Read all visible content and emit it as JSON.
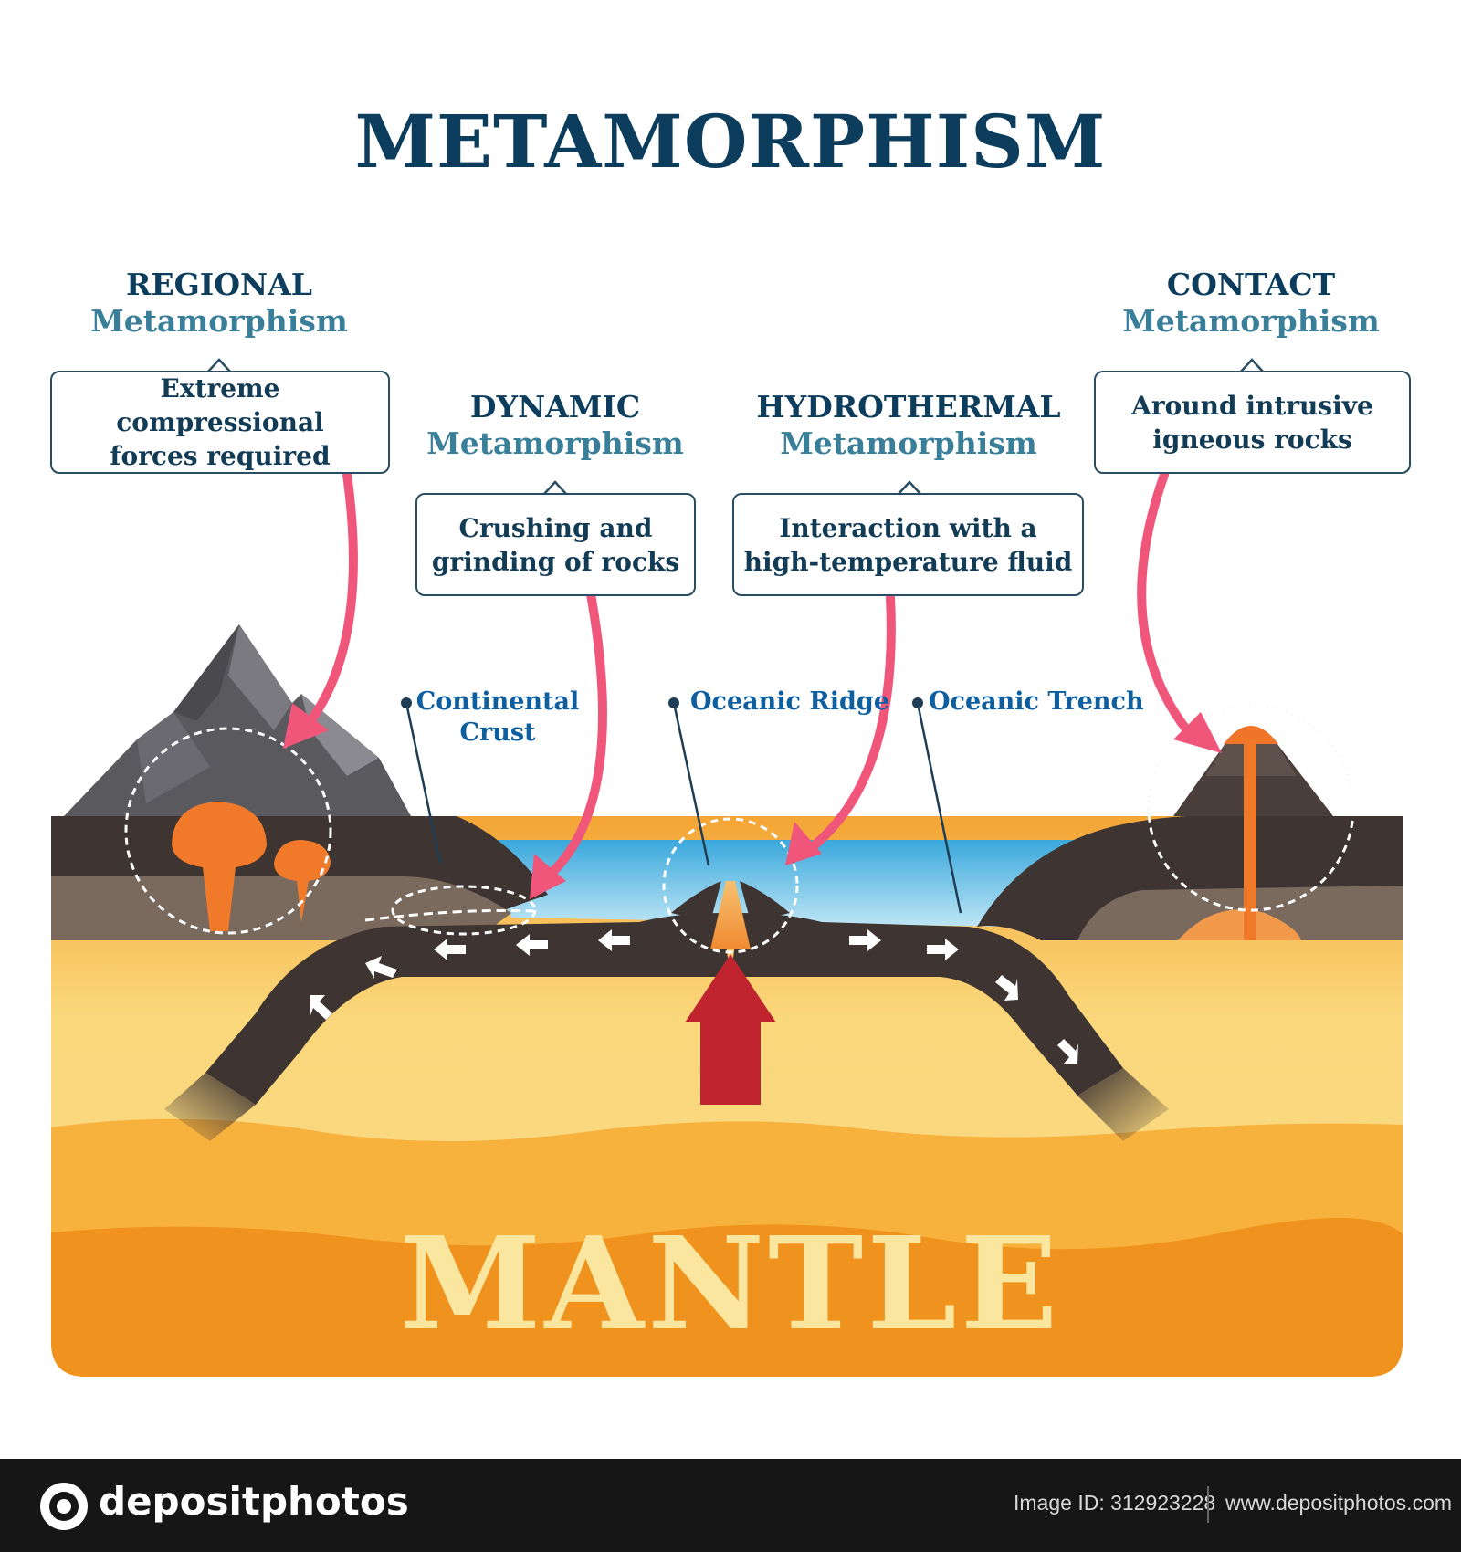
{
  "title": "METAMORPHISM",
  "types": {
    "regional": {
      "name": "REGIONAL",
      "sub": "Metamorphism",
      "desc": [
        "Extreme compressional",
        "forces required"
      ]
    },
    "dynamic": {
      "name": "DYNAMIC",
      "sub": "Metamorphism",
      "desc": [
        "Crushing and",
        "grinding of rocks"
      ]
    },
    "hydrothermal": {
      "name": "HYDROTHERMAL",
      "sub": "Metamorphism",
      "desc": [
        "Interaction with a",
        "high-temperature fluid"
      ]
    },
    "contact": {
      "name": "CONTACT",
      "sub": "Metamorphism",
      "desc": [
        "Around intrusive",
        "igneous rocks"
      ]
    }
  },
  "labels": {
    "continental_crust": [
      "Continental",
      "Crust"
    ],
    "oceanic_ridge": "Oceanic Ridge",
    "oceanic_trench": "Oceanic Trench"
  },
  "mantle": "MANTLE",
  "footer": {
    "logo": "depositphotos",
    "image_id": "Image ID: 312923228",
    "site": "www.depositphotos.com"
  },
  "colors": {
    "title": "#0d3d5c",
    "pointer_arrow": "#f0567a",
    "mantle_light": "#fad77a",
    "mantle_dark": "#f0921e",
    "crust": "#3e3432",
    "ocean": "#4fb6e0",
    "magma": "#f07a2a",
    "upwelling_arrow": "#c0242f"
  },
  "icons": [
    "camera-icon",
    "depositphotos-logo-icon"
  ]
}
